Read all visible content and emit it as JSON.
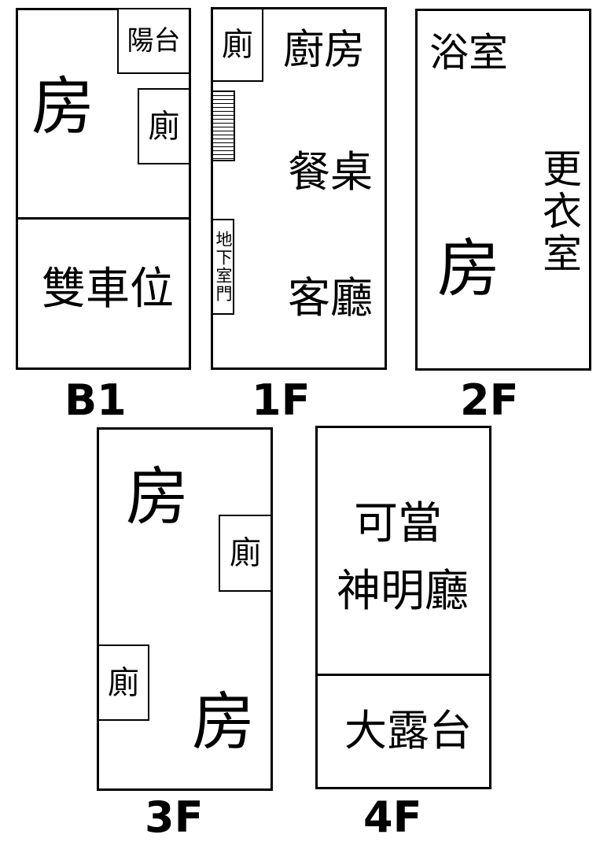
{
  "floors": {
    "b1": {
      "label": "B1",
      "balcony": "陽台",
      "room": "房",
      "toilet": "廁",
      "parking": "雙車位"
    },
    "f1": {
      "label": "1F",
      "toilet": "廁",
      "kitchen": "廚房",
      "dining": "餐桌",
      "living": "客廳",
      "basement_door": "地下室門"
    },
    "f2": {
      "label": "2F",
      "bath": "浴室",
      "closet": "更衣室",
      "room": "房"
    },
    "f3": {
      "label": "3F",
      "room_top": "房",
      "toilet_right": "廁",
      "toilet_left": "廁",
      "room_bottom": "房"
    },
    "f4": {
      "shrine_line1": "可當",
      "shrine_line2": "神明廳",
      "terrace": "大露台",
      "label": "4F"
    }
  }
}
